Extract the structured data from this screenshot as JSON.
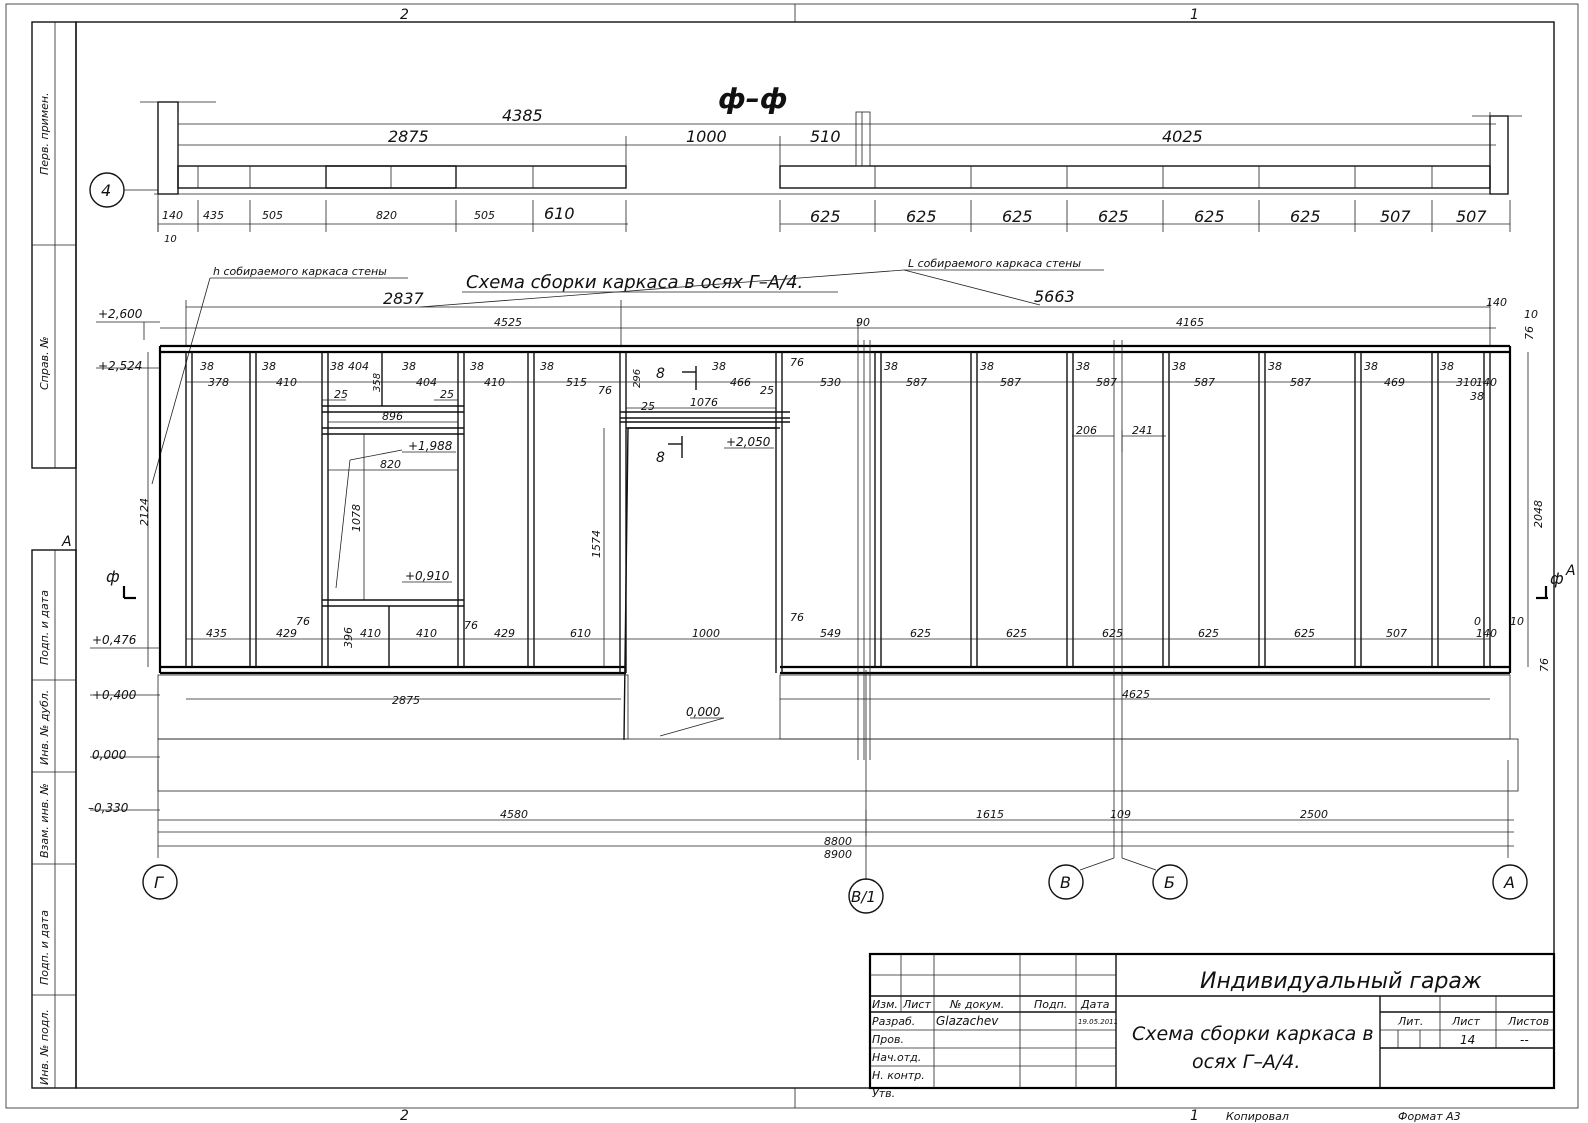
{
  "frame": {
    "top_zones": [
      "2",
      "1"
    ],
    "bottom_zones": [
      "2",
      "1"
    ],
    "side_zone": "A",
    "side_stamps": [
      "Перв. примен.",
      "Справ. №",
      "Подп. и дата",
      "Инв. № дубл.",
      "Взам. инв. №",
      "Подп. и дата",
      "Инв. № подл."
    ]
  },
  "section": {
    "title": "ф–ф",
    "axis_label": "4",
    "top_dims": {
      "overall": "4385",
      "left": "2875",
      "gap": "1000",
      "mid": "510",
      "right": "4025"
    },
    "left_segments": [
      "140",
      "435",
      "505",
      "820",
      "505",
      "610"
    ],
    "right_segments": [
      "625",
      "625",
      "625",
      "625",
      "625",
      "625",
      "507",
      "507"
    ],
    "small_label": "10"
  },
  "scheme": {
    "title": "Схема сборки каркаса в осях Г–А/4.",
    "h_note": "h собираемого каркаса стены",
    "l_note": "L собираемого каркаса стены",
    "h_value": "2837",
    "l_value": "5663",
    "top_overall_left": "4525",
    "top_overall_mid": "90",
    "top_overall_right": "4165",
    "top_right_small": [
      "140",
      "10",
      "76"
    ],
    "top_studs": [
      "38",
      "378",
      "38",
      "410",
      "38",
      "404",
      "358",
      "38",
      "404",
      "38",
      "410",
      "38",
      "515",
      "76",
      "296",
      "38",
      "466",
      "76",
      "530",
      "38",
      "587",
      "38",
      "587",
      "38",
      "587",
      "38",
      "587",
      "38",
      "587",
      "38",
      "469",
      "38",
      "310",
      "140",
      "38"
    ],
    "small_25": [
      "25",
      "25",
      "25",
      "25"
    ],
    "window": {
      "head_width": "896",
      "opening_width": "820",
      "height": "1078",
      "top_mark": "+1,988",
      "sill_mark": "+0,910",
      "below_sill": "396",
      "sill_segments": [
        "76",
        "410",
        "410",
        "76"
      ]
    },
    "door": {
      "lintel": "1076",
      "mark": "+2,050",
      "height": "1574",
      "width": "1000",
      "section_mark": "8"
    },
    "mid_dims": [
      "206",
      "241"
    ],
    "heights": {
      "left": "2124",
      "right": "2048"
    },
    "bottom_studs": [
      "435",
      "429",
      "76",
      "410",
      "410",
      "76",
      "429",
      "610",
      "1000",
      "76",
      "549",
      "625",
      "625",
      "625",
      "625",
      "625",
      "507",
      "0",
      "10",
      "140"
    ],
    "bottom_right_small": "76",
    "levels": [
      "+2,600",
      "+2,524",
      "+0,476",
      "+0,400",
      "0,000",
      "–0,330"
    ],
    "floor_mark": "0,000",
    "foundation": {
      "left": "2875",
      "right": "4625"
    },
    "section_marker": "ф",
    "axis_dims": {
      "a": "4580",
      "b": "1615",
      "c": "109",
      "d": "2500",
      "total1": "8800",
      "total2": "8900"
    },
    "axes": [
      "Г",
      "В/1",
      "В",
      "Б",
      "А"
    ]
  },
  "titleblock": {
    "project": "Индивидуальный гараж",
    "sheet_title_line1": "Схема сборки каркаса в",
    "sheet_title_line2": "осях Г–А/4.",
    "col_headers": [
      "Изм.",
      "Лист",
      "№ докум.",
      "Подп.",
      "Дата"
    ],
    "roles": [
      "Разраб.",
      "Пров.",
      "Нач.отд.",
      "Н. контр.",
      "Утв."
    ],
    "developer": "Glazachev",
    "date": "19.05.2011",
    "lit_label": "Лит.",
    "sheet_label": "Лист",
    "sheets_label": "Листов",
    "sheet_no": "14",
    "sheets_total": "--",
    "copied": "Копировал",
    "format": "Формат А3",
    "zone_bottom": "1"
  }
}
